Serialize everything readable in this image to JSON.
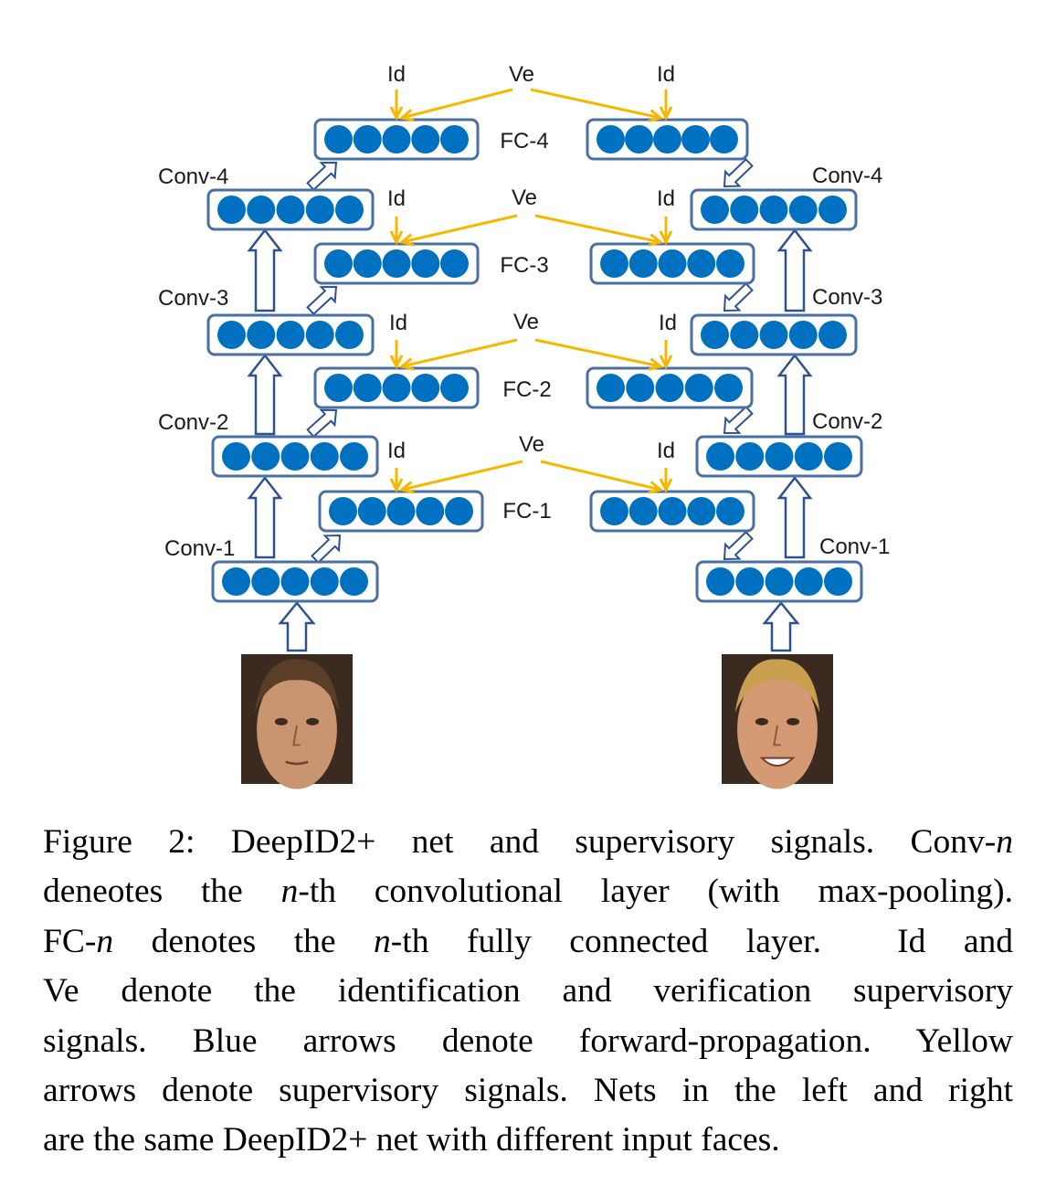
{
  "figure": {
    "net_labels": {
      "conv": [
        "Conv-1",
        "Conv-2",
        "Conv-3",
        "Conv-4"
      ],
      "fc": [
        "FC-1",
        "FC-2",
        "FC-3",
        "FC-4"
      ]
    },
    "signal_labels": {
      "id": "Id",
      "ve": "Ve"
    },
    "colors": {
      "box_stroke": "#4a6fa5",
      "neuron_fill": "#0070c0",
      "supervisory_arrow": "#f5b800",
      "forward_arrow": "#2f528f"
    },
    "neurons_per_layer": 5,
    "images": [
      "face-photo-left",
      "face-photo-right"
    ]
  },
  "caption": {
    "line1": "Figure 2: DeepID2+ net and supervisory signals. Conv-n",
    "line2": "deneotes the n-th convolutional layer (with max-pooling).",
    "line3": "FC-n denotes the n-th fully connected layer. Id and",
    "line4": "Ve denote the identification and verification supervisory",
    "line5": "signals. Blue arrows denote forward-propagation. Yellow",
    "line6": "arrows denote supervisory signals. Nets in the left and right",
    "line7": "are the same DeepID2+ net with different input faces."
  }
}
